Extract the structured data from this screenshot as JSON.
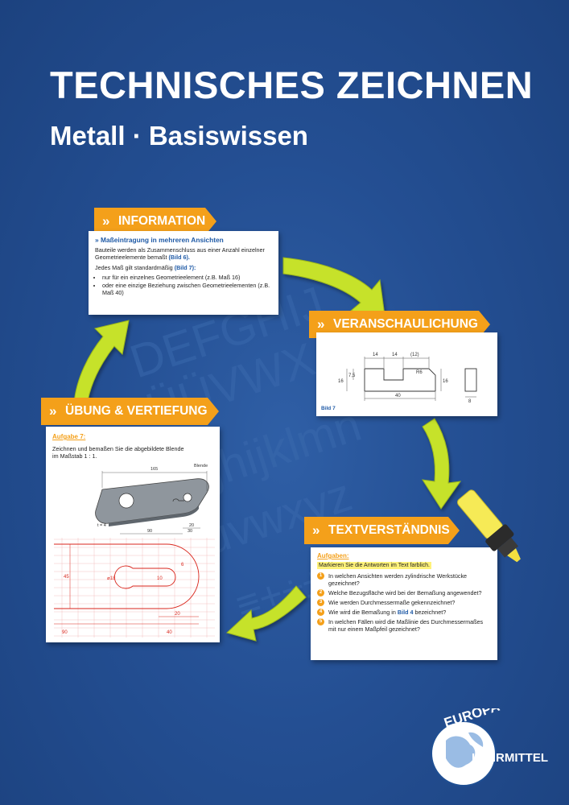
{
  "book": {
    "title": "TECHNISCHES ZEICHNEN",
    "subtitle": "Metall · Basiswissen"
  },
  "labels": {
    "information": "INFORMATION",
    "veranschaulichung": "VERANSCHAULICHUNG",
    "uebung": "ÜBUNG & VERTIEFUNG",
    "textverstaendnis": "TEXTVERSTÄNDNIS",
    "chevron": "»"
  },
  "information": {
    "heading": "» Maßeintragung in mehreren Ansichten",
    "p1_text": "Bauteile werden als Zusammenschluss aus einer Anzahl einzelner Geometrieelemente bemaßt",
    "p1_ref": "(Bild 6).",
    "p2_text": "Jedes Maß gilt standardmäßig",
    "p2_ref": "(Bild 7):",
    "bullets": [
      "nur für ein einzelnes Geometrieelement (z.B. Maß 16)",
      "oder eine einzige Beziehung zwischen Geometrieelementen (z.B. Maß 40)"
    ]
  },
  "veranschaulichung": {
    "caption": "Bild 7",
    "dims": {
      "d14a": "14",
      "d14b": "14",
      "d12": "(12)",
      "d75": "7,5",
      "d16l": "16",
      "d16r": "16",
      "r6": "R6",
      "d40": "40",
      "d8": "8"
    }
  },
  "uebung": {
    "task": "Aufgabe 7:",
    "text": "Zeichnen und bemaßen Sie die abgebildete Blende im Maßstab 1 : 1.",
    "part_name": "Blende",
    "dims": {
      "d165": "165",
      "d90": "90",
      "d20": "20",
      "d30": "30",
      "t": "t = 4",
      "g90": "90",
      "g40": "40",
      "g20": "20",
      "g45": "45",
      "g18": "⌀18",
      "g10": "10",
      "g6": "6"
    }
  },
  "textverstaendnis": {
    "task": "Aufgaben:",
    "instruction": "Markieren Sie die Antworten im Text farblich.",
    "questions": [
      {
        "num": "1",
        "text": "In welchen Ansichten werden zylindrische Werkstücke gezeichnet?"
      },
      {
        "num": "2",
        "text": "Welche Bezugsfläche wird bei der Bemaßung angewendet?"
      },
      {
        "num": "3",
        "text": "Wie werden Durchmessermaße gekennzeichnet?"
      },
      {
        "num": "4",
        "text_before": "Wie wird die Bemaßung in",
        "ref": "Bild 4",
        "text_after": "bezeichnet?"
      },
      {
        "num": "5",
        "text": "In welchen Fällen wird die Maßlinie des Durchmessermaßes mit nur einem Maßpfeil gezeichnet?"
      }
    ]
  },
  "publisher": {
    "name_top": "EUROPA",
    "name_bottom": "LEHRMITTEL"
  },
  "colors": {
    "background": "#244f93",
    "label_orange": "#f4a01a",
    "arrow_green": "#c6e22c",
    "highlighter_yellow": "#fff27a"
  }
}
